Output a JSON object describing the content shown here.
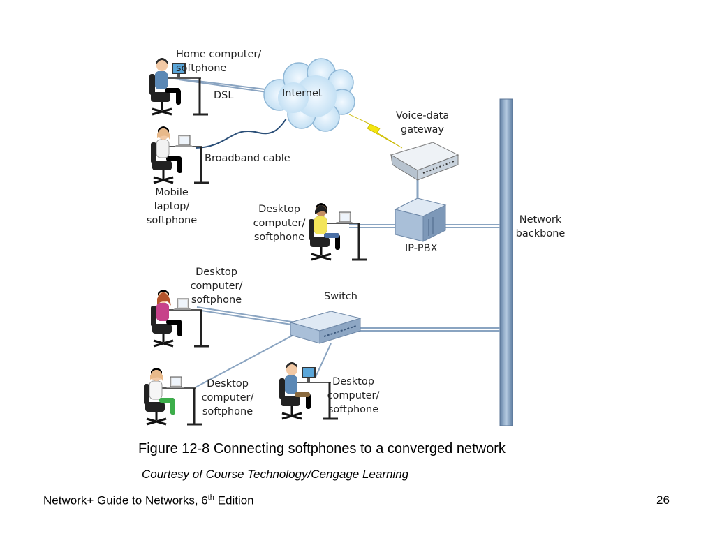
{
  "diagram": {
    "labels": {
      "home_computer": "Home computer/\nsoftphone",
      "dsl": "DSL",
      "internet": "Internet",
      "broadband_cable": "Broadband cable",
      "mobile_laptop": "Mobile\nlaptop/\nsoftphone",
      "voice_data_gateway": "Voice-data\ngateway",
      "desktop_pbx": "Desktop\ncomputer/\nsoftphone",
      "ip_pbx": "IP-PBX",
      "network_backbone": "Network\nbackbone",
      "desktop_switch_top": "Desktop\ncomputer/\nsoftphone",
      "switch": "Switch",
      "desktop_bottom_left": "Desktop\ncomputer/\nsoftphone",
      "desktop_bottom_right": "Desktop\ncomputer/\nsoftphone"
    },
    "colors": {
      "cloud": "#cde6f7",
      "cloud_edge": "#8fb7d6",
      "backbone": "#7d98b8",
      "cable": "#8aa4c1",
      "lightning": "#f4e511",
      "device": "#a9bfd8"
    }
  },
  "caption": "Figure 12-8 Connecting softphones to a converged network",
  "credit": "Courtesy of Course Technology/Cengage Learning",
  "footer": {
    "title_prefix": "Network+ Guide to Networks, 6",
    "title_sup": "th",
    "title_suffix": " Edition",
    "page_number": "26"
  }
}
